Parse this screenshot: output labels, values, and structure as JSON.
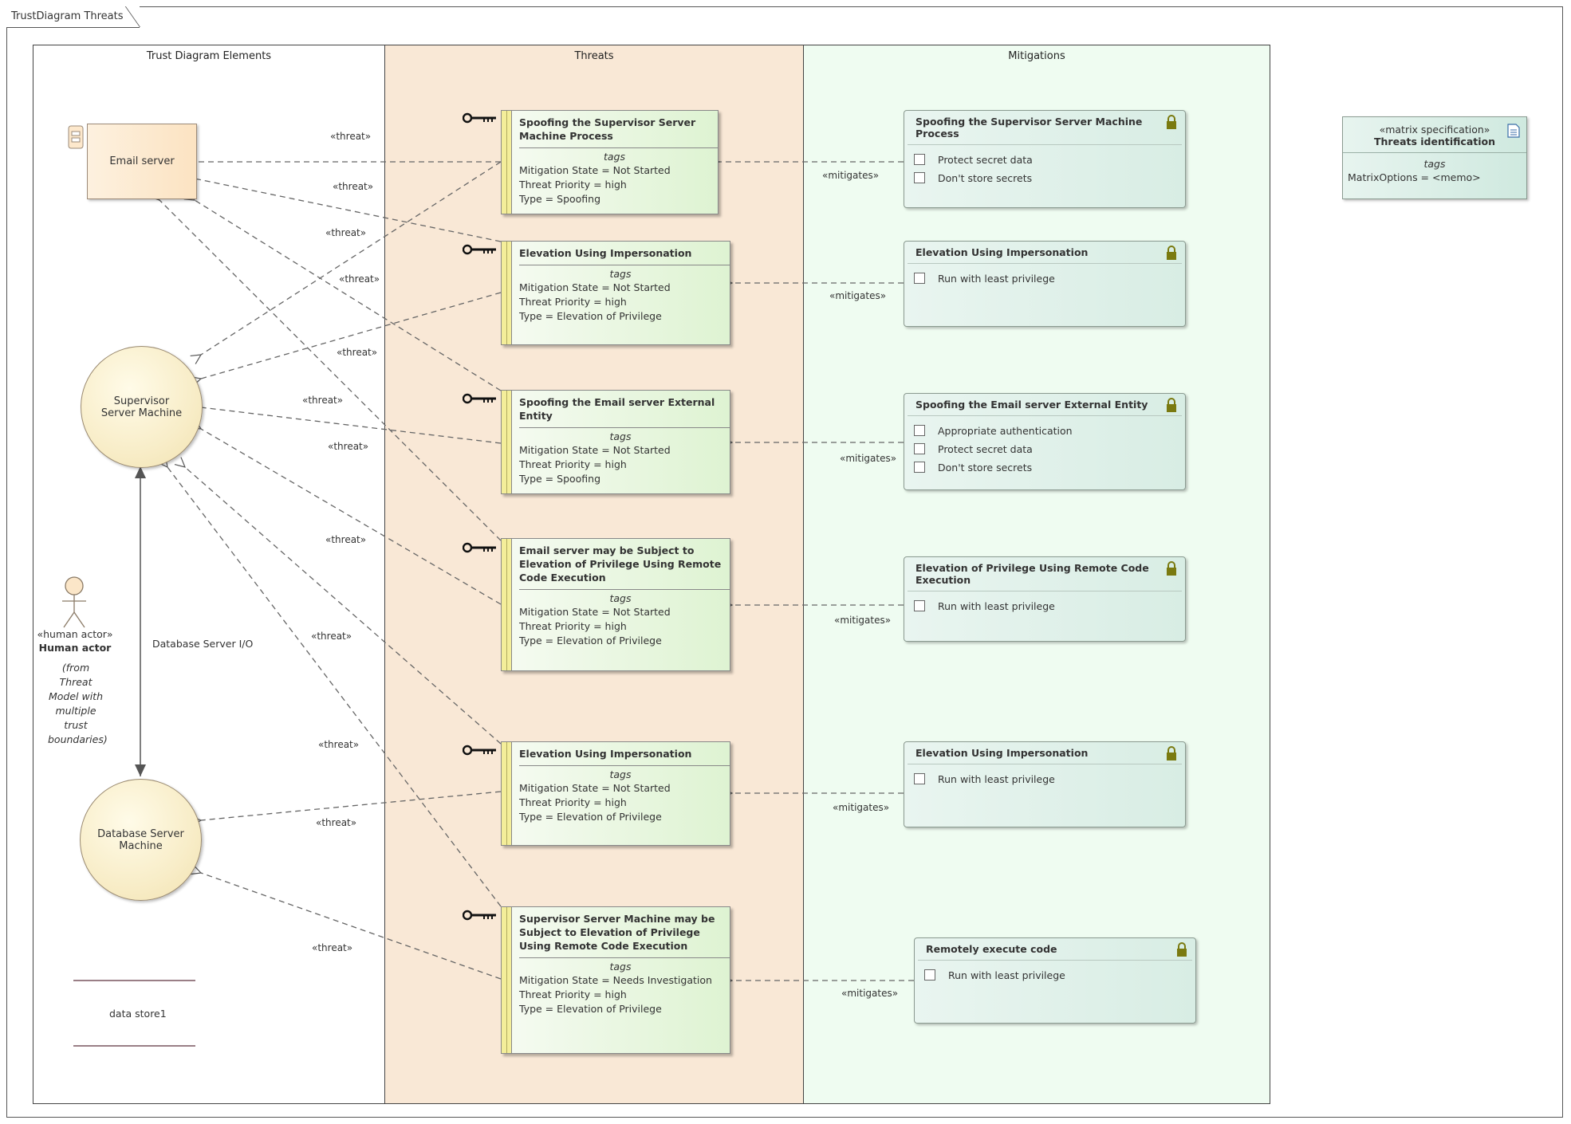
{
  "frame": {
    "title": "TrustDiagram Threats"
  },
  "lanes": {
    "elements": "Trust Diagram Elements",
    "threats": "Threats",
    "mitigations": "Mitigations"
  },
  "elements": {
    "email_server": "Email server",
    "supervisor": "Supervisor Server Machine",
    "database": "Database Server Machine",
    "db_io": "Database Server I/O",
    "human_stereotype": "«human actor»",
    "human_name": "Human actor",
    "human_note": "(from Threat Model with multiple trust boundaries)",
    "data_store": "data store1"
  },
  "threats": [
    {
      "title": "Spoofing the Supervisor Server Machine Process",
      "tags_label": "tags",
      "state": "Mitigation State = Not Started",
      "priority": "Threat Priority = high",
      "type": "Type = Spoofing"
    },
    {
      "title": "Elevation Using Impersonation",
      "tags_label": "tags",
      "state": "Mitigation State = Not Started",
      "priority": "Threat Priority = high",
      "type": "Type = Elevation of Privilege"
    },
    {
      "title": "Spoofing the Email server External Entity",
      "tags_label": "tags",
      "state": "Mitigation State = Not Started",
      "priority": "Threat Priority = high",
      "type": "Type = Spoofing"
    },
    {
      "title": "Email server may be Subject to Elevation of Privilege Using Remote Code Execution",
      "tags_label": "tags",
      "state": "Mitigation State = Not Started",
      "priority": "Threat Priority = high",
      "type": "Type = Elevation of Privilege"
    },
    {
      "title": "Elevation Using Impersonation",
      "tags_label": "tags",
      "state": "Mitigation State = Not Started",
      "priority": "Threat Priority = high",
      "type": "Type = Elevation of Privilege"
    },
    {
      "title": "Supervisor Server Machine may be Subject to Elevation of Privilege Using Remote Code Execution",
      "tags_label": "tags",
      "state": "Mitigation State = Needs Investigation",
      "priority": "Threat Priority = high",
      "type": "Type = Elevation of Privilege"
    }
  ],
  "mitigations": [
    {
      "title": "Spoofing the Supervisor Server Machine Process",
      "items": [
        "Protect secret data",
        "Don't store secrets"
      ]
    },
    {
      "title": "Elevation Using Impersonation",
      "items": [
        "Run with least privilege"
      ]
    },
    {
      "title": "Spoofing the Email server External Entity",
      "items": [
        "Appropriate authentication",
        "Protect secret data",
        "Don't store secrets"
      ]
    },
    {
      "title": "Elevation of Privilege Using Remote Code Execution",
      "items": [
        "Run with least privilege"
      ]
    },
    {
      "title": "Elevation Using Impersonation",
      "items": [
        "Run with least privilege"
      ]
    },
    {
      "title": "Remotely execute code",
      "items": [
        "Run with least privilege"
      ]
    }
  ],
  "connectors": {
    "threat": "«threat»",
    "mitigates": "«mitigates»"
  },
  "matrix": {
    "stereotype": "«matrix specification»",
    "name": "Threats identification",
    "tags_label": "tags",
    "option": "MatrixOptions = <memo>"
  },
  "colors": {
    "elements_lane": "#ffffff",
    "threats_lane": "#f9e8d6",
    "mitigations_lane": "#effcf1",
    "threat_bar": "#f4ee9a",
    "lock": "#7a7a10"
  }
}
